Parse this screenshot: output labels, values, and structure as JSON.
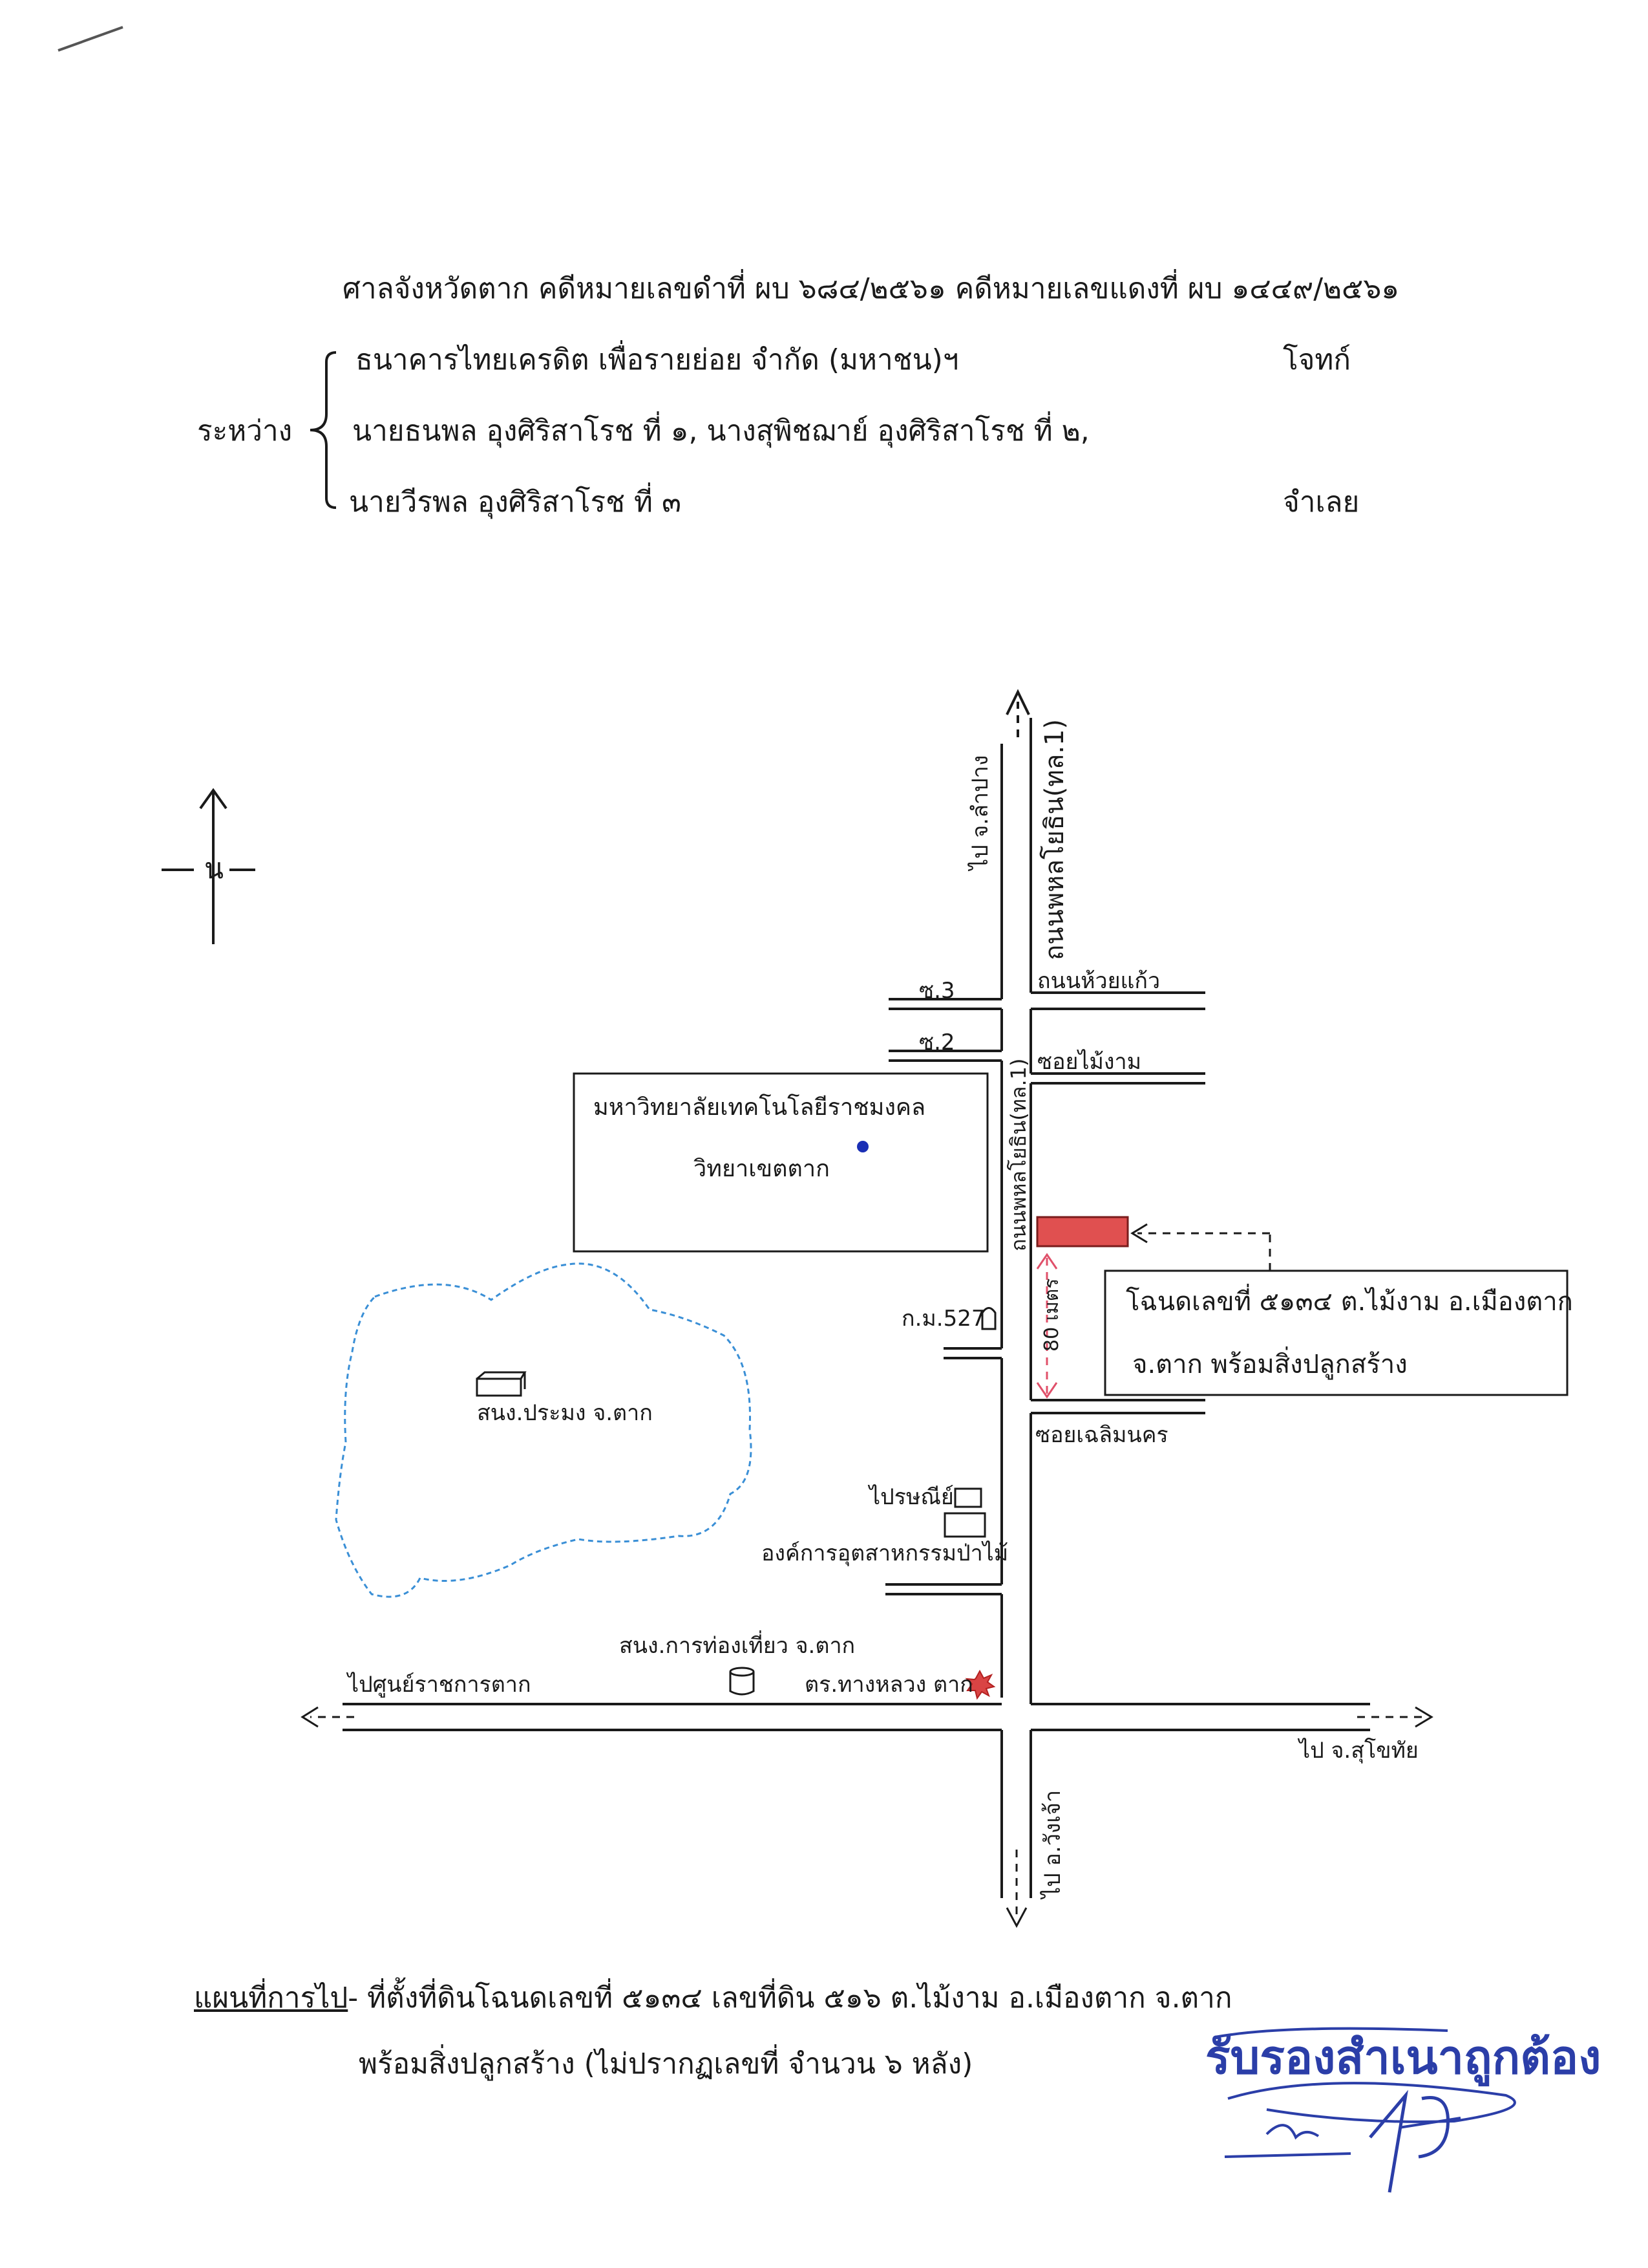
{
  "header": {
    "court_line": "ศาลจังหวัดตาก คดีหมายเลขดำที่ ผบ ๖๘๔/๒๕๖๑ คดีหมายเลขแดงที่ ผบ ๑๔๔๙/๒๕๖๑",
    "between_label": "ระหว่าง",
    "plaintiff": "ธนาคารไทยเครดิต เพื่อรายย่อย จำกัด (มหาชน)ฯ",
    "plaintiff_role": "โจทก์",
    "defendants_line1": "นายธนพล อุงศิริสาโรช ที่ ๑, นางสุพิชฌาย์ อุงศิริสาโรช ที่ ๒,",
    "defendants_line2": "นายวีรพล อุงศิริสาโรช ที่ ๓",
    "defendant_role": "จำเลย"
  },
  "map": {
    "north_label": "น",
    "roads": {
      "main_road_top": "ถนนพหลโยธิน(ทล.1)",
      "main_road_mid": "ถนนพหลโยธิน(ทล.1)",
      "to_lampang": "ไป จ.ลำปาง",
      "soi3": "ซ.3",
      "soi2": "ซ.2",
      "huay_kaew": "ถนนห้วยแก้ว",
      "soi_mai_ngam": "ซอยไม้งาม",
      "soi_chaloem": "ซอยเฉลิมนคร",
      "to_govt_center": "ไปศูนย์ราชการตาก",
      "to_sukhothai": "ไป จ.สุโขทัย",
      "to_wang_chao": "ไป อ.วังเจ้า"
    },
    "places": {
      "university_line1": "มหาวิทยาลัยเทคโนโลยีราชมงคล",
      "university_line2": "วิทยาเขตตาก",
      "km_marker": "ก.ม.527",
      "pond_office": "สนง.ประมง จ.ตาก",
      "post_office": "ไปรษณีย์",
      "forest_org": "องค์การอุตสาหกรรมป่าไม้",
      "tourism_office": "สนง.การท่องเที่ยว จ.ตาก",
      "highway_police": "ตร.ทางหลวง ตาก"
    },
    "distance_label": "80 เมตร",
    "parcel_callout_line1": "โฉนดเลขที่ ๕๑๓๔ ต.ไม้งาม อ.เมืองตาก",
    "parcel_callout_line2": "จ.ตาก พร้อมสิ่งปลูกสร้าง",
    "colors": {
      "parcel_fill": "#e05050",
      "distance_arrow": "#e0506a",
      "pond_outline": "#3a8fd6",
      "stamp_blue": "#2b3ea8"
    }
  },
  "footer": {
    "caption_title": "แผนที่การไป",
    "caption_line1": "- ที่ตั้งที่ดินโฉนดเลขที่ ๕๑๓๔ เลขที่ดิน ๕๑๖ ต.ไม้งาม อ.เมืองตาก จ.ตาก",
    "caption_line2": "พร้อมสิ่งปลูกสร้าง (ไม่ปรากฏเลขที่ จำนวน ๖ หลัง)",
    "certified_stamp": "รับรองสำเนาถูกต้อง"
  }
}
